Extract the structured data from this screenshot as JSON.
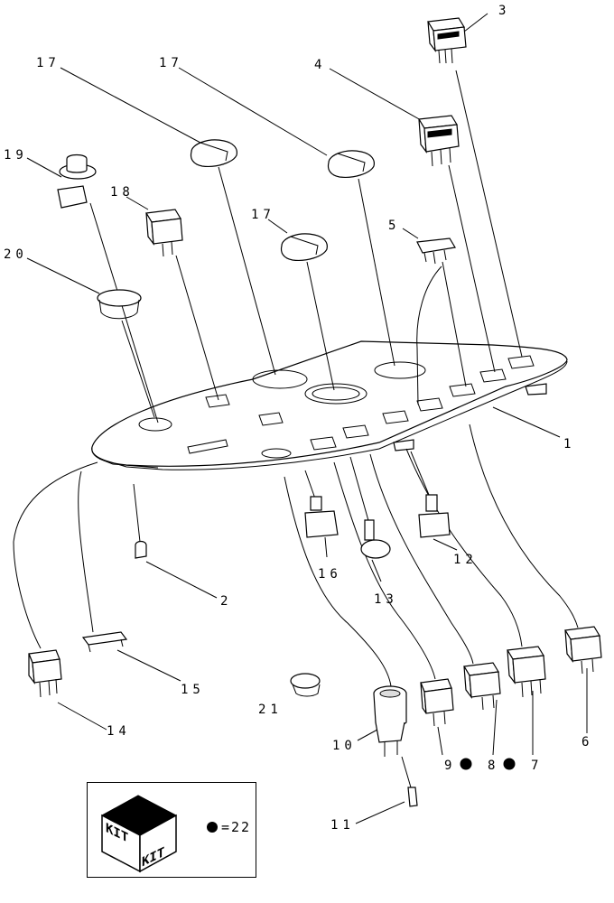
{
  "callouts": [
    {
      "id": "c3",
      "label": "3"
    },
    {
      "id": "c4",
      "label": "4"
    },
    {
      "id": "c17a",
      "label": "17"
    },
    {
      "id": "c17b",
      "label": "17"
    },
    {
      "id": "c17c",
      "label": "17"
    },
    {
      "id": "c19",
      "label": "19"
    },
    {
      "id": "c18",
      "label": "18"
    },
    {
      "id": "c20",
      "label": "20"
    },
    {
      "id": "c5",
      "label": "5"
    },
    {
      "id": "c1",
      "label": "1"
    },
    {
      "id": "c12",
      "label": "12"
    },
    {
      "id": "c16",
      "label": "16"
    },
    {
      "id": "c13",
      "label": "13"
    },
    {
      "id": "c2",
      "label": "2"
    },
    {
      "id": "c15",
      "label": "15"
    },
    {
      "id": "c14",
      "label": "14"
    },
    {
      "id": "c21",
      "label": "21"
    },
    {
      "id": "c10",
      "label": "10"
    },
    {
      "id": "c11",
      "label": "11"
    },
    {
      "id": "c9",
      "label": "9"
    },
    {
      "id": "c8",
      "label": "8"
    },
    {
      "id": "c7",
      "label": "7"
    },
    {
      "id": "c6",
      "label": "6"
    }
  ],
  "kit": {
    "face_left": "KIT",
    "face_right": "KIT",
    "legend_value": "=22"
  }
}
